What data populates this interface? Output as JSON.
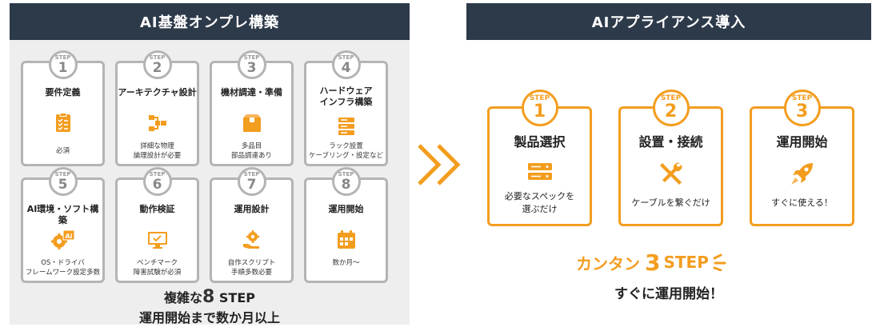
{
  "colors": {
    "header_bg": "#2d3a4a",
    "accent": "#f39d1f",
    "gray_border": "#b4b4b4",
    "panel_bg": "#eeeeee"
  },
  "left": {
    "title": "AI基盤オンプレ構築",
    "steps": [
      {
        "step": "STEP",
        "num": "1",
        "title": "要件定義",
        "icon": "checklist-icon",
        "desc": "必須"
      },
      {
        "step": "STEP",
        "num": "2",
        "title": "アーキテクチャ設計",
        "icon": "architecture-icon",
        "desc": "詳細な物理\n論理設計が必要"
      },
      {
        "step": "STEP",
        "num": "3",
        "title": "機材調達・準備",
        "icon": "box-icon",
        "desc": "多品目\n部品調達あり"
      },
      {
        "step": "STEP",
        "num": "4",
        "title": "ハードウェア\nインフラ構築",
        "icon": "server-icon",
        "desc": "ラック設置\nケーブリング・設定など"
      },
      {
        "step": "STEP",
        "num": "5",
        "title": "AI環境・ソフト構築",
        "icon": "gear-ai-icon",
        "desc": "OS・ドライバ\nフレームワーク設定多数"
      },
      {
        "step": "STEP",
        "num": "6",
        "title": "動作検証",
        "icon": "monitor-check-icon",
        "desc": "ベンチマーク\n障害試験が必須"
      },
      {
        "step": "STEP",
        "num": "7",
        "title": "運用設計",
        "icon": "hand-gear-icon",
        "desc": "自作スクリプト\n手順多数必要"
      },
      {
        "step": "STEP",
        "num": "8",
        "title": "運用開始",
        "icon": "calendar-icon",
        "desc": "数か月〜"
      }
    ],
    "summary_line1_pre": "複雑な",
    "summary_line1_num": "8",
    "summary_line1_post": " STEP",
    "summary_line2": "運用開始まで数か月以上"
  },
  "right": {
    "title": "AIアプライアンス導入",
    "steps": [
      {
        "step": "STEP",
        "num": "1",
        "title": "製品選択",
        "icon": "server-icon",
        "desc": "必要なスペックを\n選ぶだけ"
      },
      {
        "step": "STEP",
        "num": "2",
        "title": "設置・接続",
        "icon": "tools-icon",
        "desc": "ケーブルを繋ぐだけ"
      },
      {
        "step": "STEP",
        "num": "3",
        "title": "運用開始",
        "icon": "rocket-icon",
        "desc": "すぐに使える！"
      }
    ],
    "summary_line1_pre": "カンタン",
    "summary_line1_num": "3",
    "summary_line1_post": "STEP",
    "summary_line2": "すぐに運用開始！"
  }
}
